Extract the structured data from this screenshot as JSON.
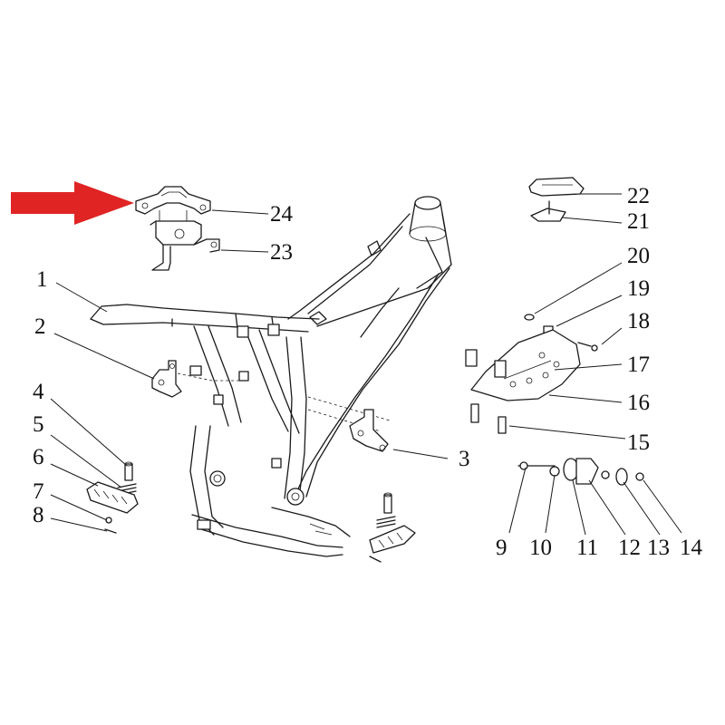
{
  "diagram": {
    "accent_color": "#e02424",
    "callouts": [
      {
        "n": "1",
        "text": "1"
      },
      {
        "n": "2",
        "text": "2"
      },
      {
        "n": "3",
        "text": "3"
      },
      {
        "n": "4",
        "text": "4"
      },
      {
        "n": "5",
        "text": "5"
      },
      {
        "n": "6",
        "text": "6"
      },
      {
        "n": "7",
        "text": "7"
      },
      {
        "n": "8",
        "text": "8"
      },
      {
        "n": "9",
        "text": "9"
      },
      {
        "n": "10",
        "text": "10"
      },
      {
        "n": "11",
        "text": "11"
      },
      {
        "n": "12",
        "text": "12"
      },
      {
        "n": "13",
        "text": "13"
      },
      {
        "n": "14",
        "text": "14"
      },
      {
        "n": "15",
        "text": "15"
      },
      {
        "n": "16",
        "text": "16"
      },
      {
        "n": "17",
        "text": "17"
      },
      {
        "n": "18",
        "text": "18"
      },
      {
        "n": "19",
        "text": "19"
      },
      {
        "n": "20",
        "text": "20"
      },
      {
        "n": "21",
        "text": "21"
      },
      {
        "n": "22",
        "text": "22"
      },
      {
        "n": "23",
        "text": "23"
      },
      {
        "n": "24",
        "text": "24"
      }
    ],
    "highlighted_part": "24"
  }
}
